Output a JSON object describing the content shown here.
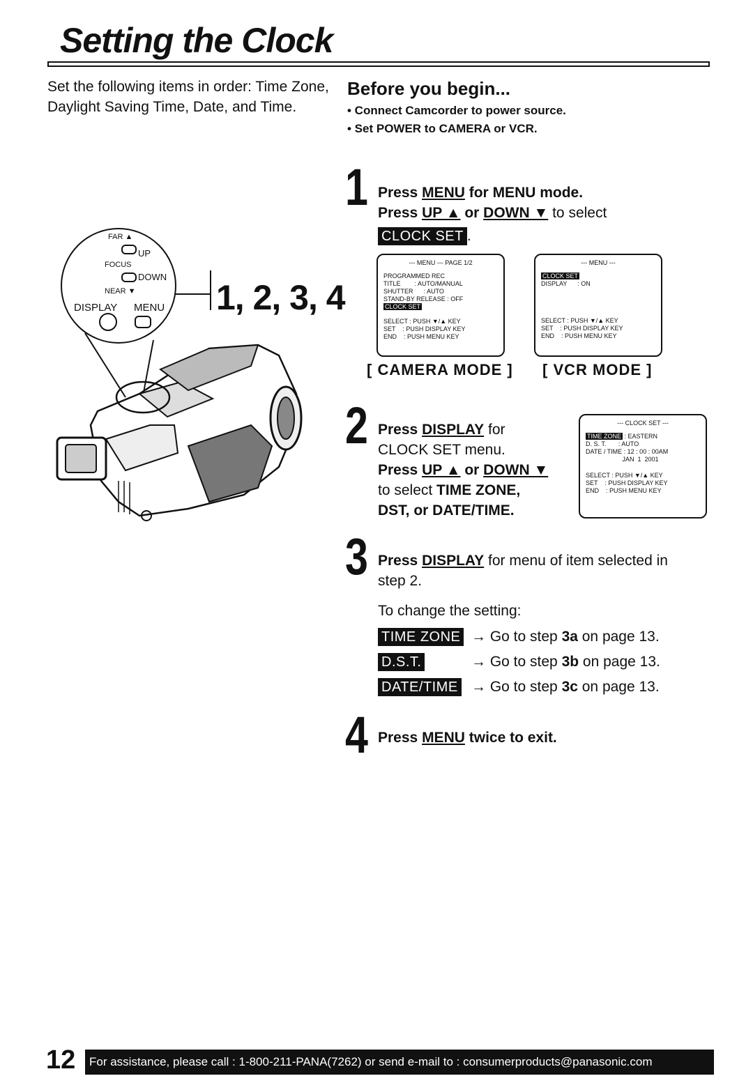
{
  "title": "Setting the Clock",
  "intro": "Set the following items in order: Time Zone, Daylight Saving Time, Date, and Time.",
  "before": {
    "heading": "Before you begin...",
    "items": [
      "• Connect Camcorder to power source.",
      "• Set POWER to CAMERA or VCR."
    ]
  },
  "illustration": {
    "step_label": "1, 2, 3, 4",
    "labels": {
      "far": "FAR ▲",
      "up": "UP",
      "focus": "FOCUS",
      "down": "DOWN",
      "near": "NEAR ▼",
      "display": "DISPLAY",
      "menu": "MENU"
    }
  },
  "step1": {
    "num": "1",
    "line1_a": "Press ",
    "line1_key": "MENU",
    "line1_b": " for MENU mode.",
    "line2_a": "Press ",
    "line2_key1": "UP ▲",
    "line2_mid": " or ",
    "line2_key2": "DOWN ▼",
    "line2_b": " to select",
    "badge": "CLOCK SET",
    "badge_tail": "."
  },
  "lcd_camera": {
    "header": "--- MENU ---  PAGE 1/2",
    "rows": [
      "PROGRAMMED REC",
      "TITLE        : AUTO/MANUAL",
      "SHUTTER      : AUTO",
      "STAND-BY RELEASE : OFF"
    ],
    "selected": "CLOCK SET",
    "footer": [
      "SELECT : PUSH ▼/▲ KEY",
      "SET    : PUSH DISPLAY KEY",
      "END    : PUSH MENU KEY"
    ]
  },
  "lcd_vcr": {
    "header": "--- MENU ---",
    "selected": "CLOCK SET",
    "rows": [
      "DISPLAY      : ON"
    ],
    "footer": [
      "SELECT : PUSH ▼/▲ KEY",
      "SET    : PUSH DISPLAY KEY",
      "END    : PUSH MENU KEY"
    ]
  },
  "modes": {
    "camera": "[ CAMERA  MODE ]",
    "vcr": "[ VCR  MODE ]"
  },
  "step2": {
    "num": "2",
    "line1_a": "Press ",
    "line1_key": "DISPLAY",
    "line1_b": " for",
    "line2": "CLOCK SET menu.",
    "line3_a": "Press ",
    "line3_key1": "UP ▲",
    "line3_mid": " or ",
    "line3_key2": "DOWN ▼",
    "line4_a": "to select ",
    "line4_b": "TIME ZONE,",
    "line5": "DST, or DATE/TIME."
  },
  "lcd_clock": {
    "header": "--- CLOCK SET ---",
    "selected": "TIME ZONE",
    "row1_tail": " : EASTERN",
    "rows": [
      "D. S. T.       : AUTO",
      "DATE / TIME : 12 : 00 : 00AM",
      "                     JAN  1  2001"
    ],
    "footer": [
      "SELECT : PUSH ▼/▲ KEY",
      "SET    : PUSH DISPLAY KEY",
      "END    : PUSH MENU KEY"
    ]
  },
  "step3": {
    "num": "3",
    "line1_a": "Press ",
    "line1_key": "DISPLAY",
    "line1_b": " for menu of item selected in",
    "line2": "step 2.",
    "change": "To change the setting:",
    "options": [
      {
        "badge": "TIME ZONE",
        "arrow": "→ Go to step ",
        "step": "3a",
        "tail": " on page 13."
      },
      {
        "badge": "D.S.T.",
        "arrow": "→ Go to step ",
        "step": "3b",
        "tail": " on page 13."
      },
      {
        "badge": "DATE/TIME",
        "arrow": "→ Go to step ",
        "step": "3c",
        "tail": " on page 13."
      }
    ]
  },
  "step4": {
    "num": "4",
    "line_a": "Press ",
    "line_key": "MENU",
    "line_b": " twice to exit."
  },
  "footer": {
    "page": "12",
    "assist": "For assistance, please call : 1-800-211-PANA(7262) or send e-mail to : consumerproducts@panasonic.com"
  }
}
